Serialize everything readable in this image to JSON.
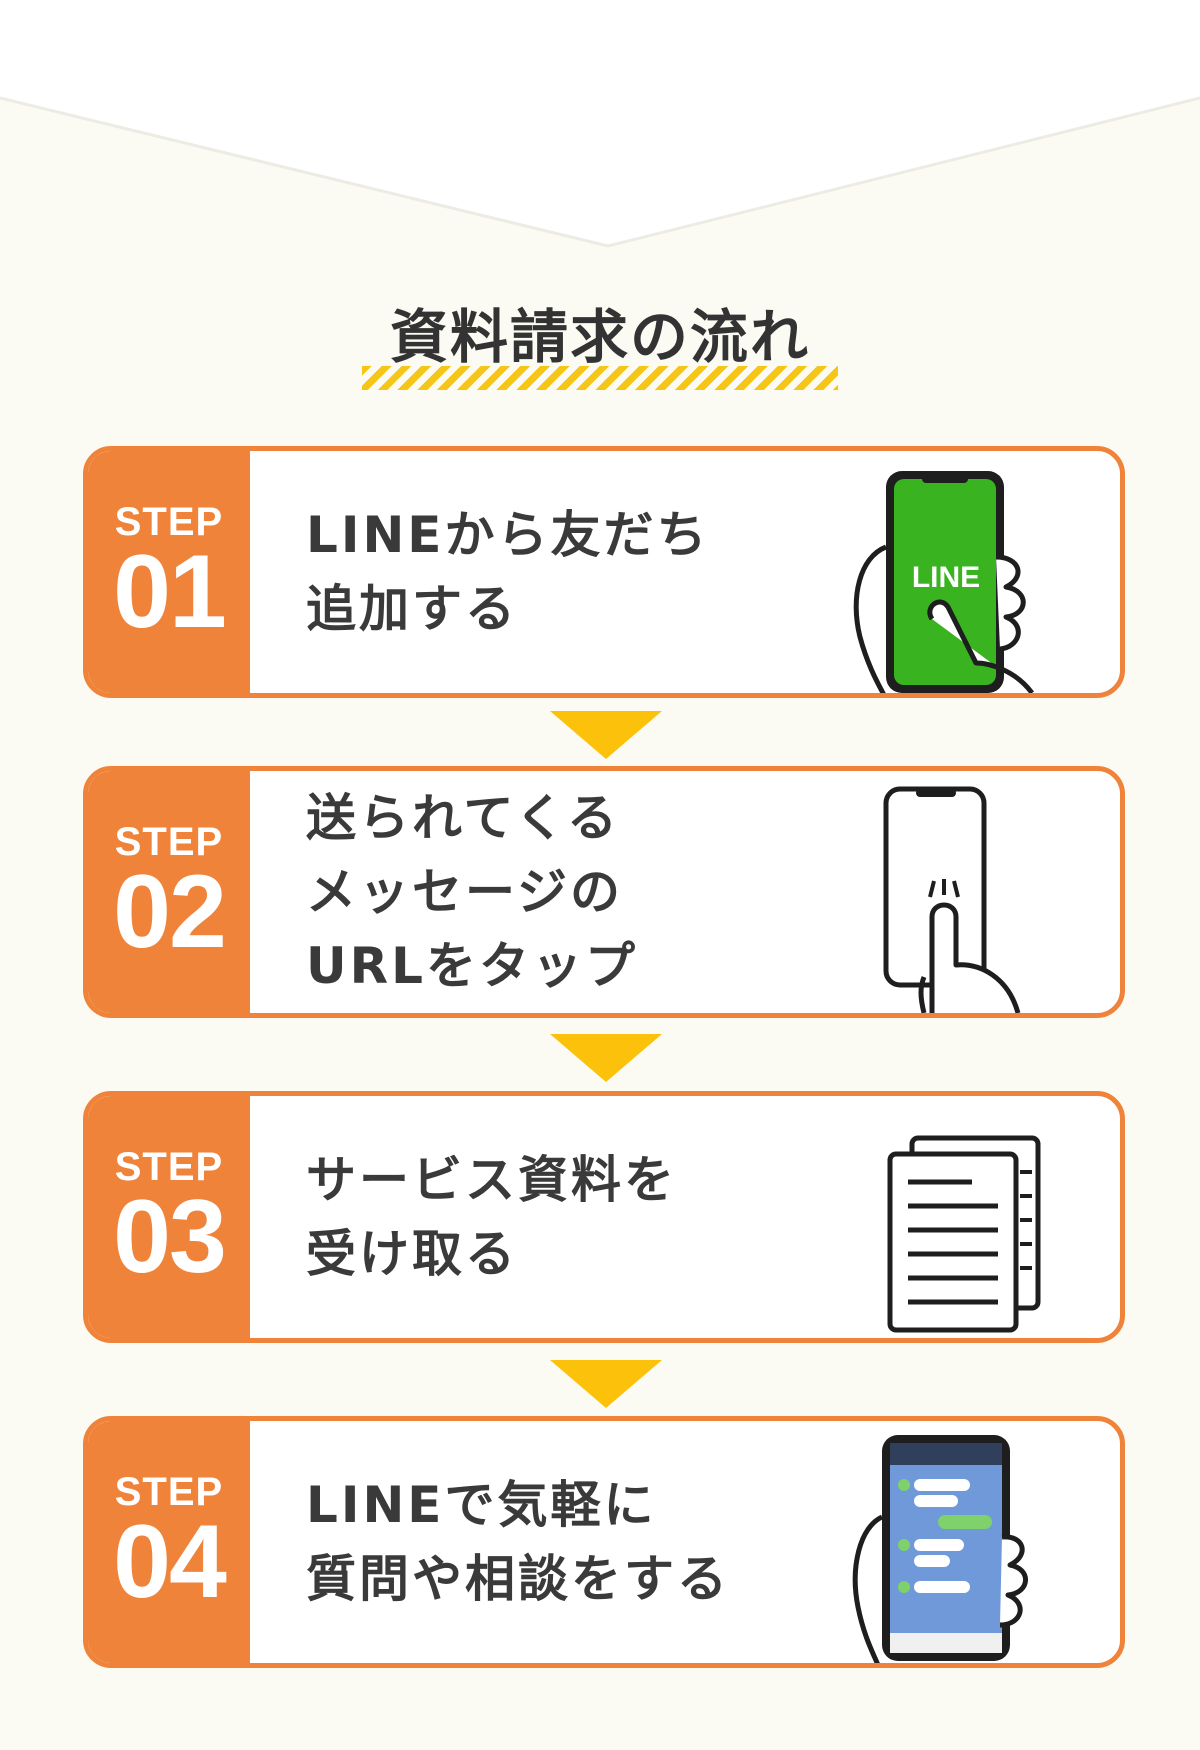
{
  "title": "資料請求の流れ",
  "colors": {
    "accent": "#f0833a",
    "arrow": "#fcc10a",
    "background": "#fbfbf3",
    "line_green": "#3ab321"
  },
  "steps": [
    {
      "label": "STEP",
      "number": "01",
      "lines": [
        "LINEから友だち",
        "追加する"
      ],
      "illustration": "hand-phone-line-icon",
      "phone_text": "LINE"
    },
    {
      "label": "STEP",
      "number": "02",
      "lines": [
        "送られてくる",
        "メッセージの",
        "URLをタップ"
      ],
      "illustration": "phone-tap-icon"
    },
    {
      "label": "STEP",
      "number": "03",
      "lines": [
        "サービス資料を",
        "受け取る"
      ],
      "illustration": "documents-icon"
    },
    {
      "label": "STEP",
      "number": "04",
      "lines": [
        "LINEで気軽に",
        "質問や相談をする"
      ],
      "illustration": "hand-phone-chat-icon"
    }
  ]
}
